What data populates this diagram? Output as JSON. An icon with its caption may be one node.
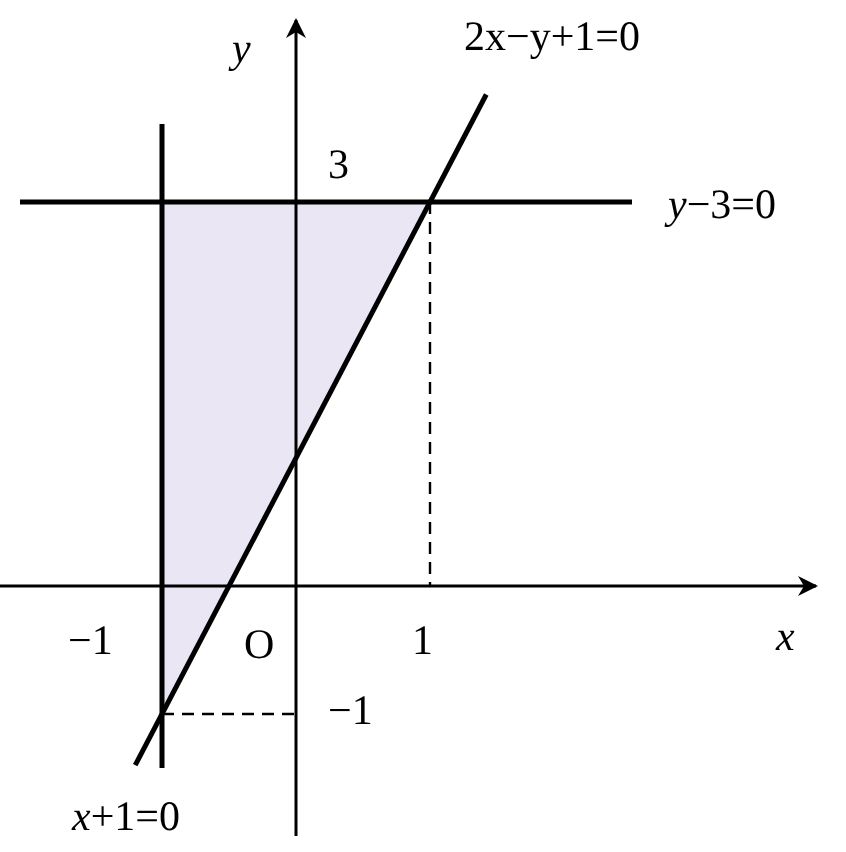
{
  "diagram": {
    "labels": [
      "y",
      "2x−y+1=0",
      "3",
      "*y*−3=0",
      "−1",
      "O",
      "1",
      "x",
      "−1",
      "*x*+1=0"
    ]
  }
}
